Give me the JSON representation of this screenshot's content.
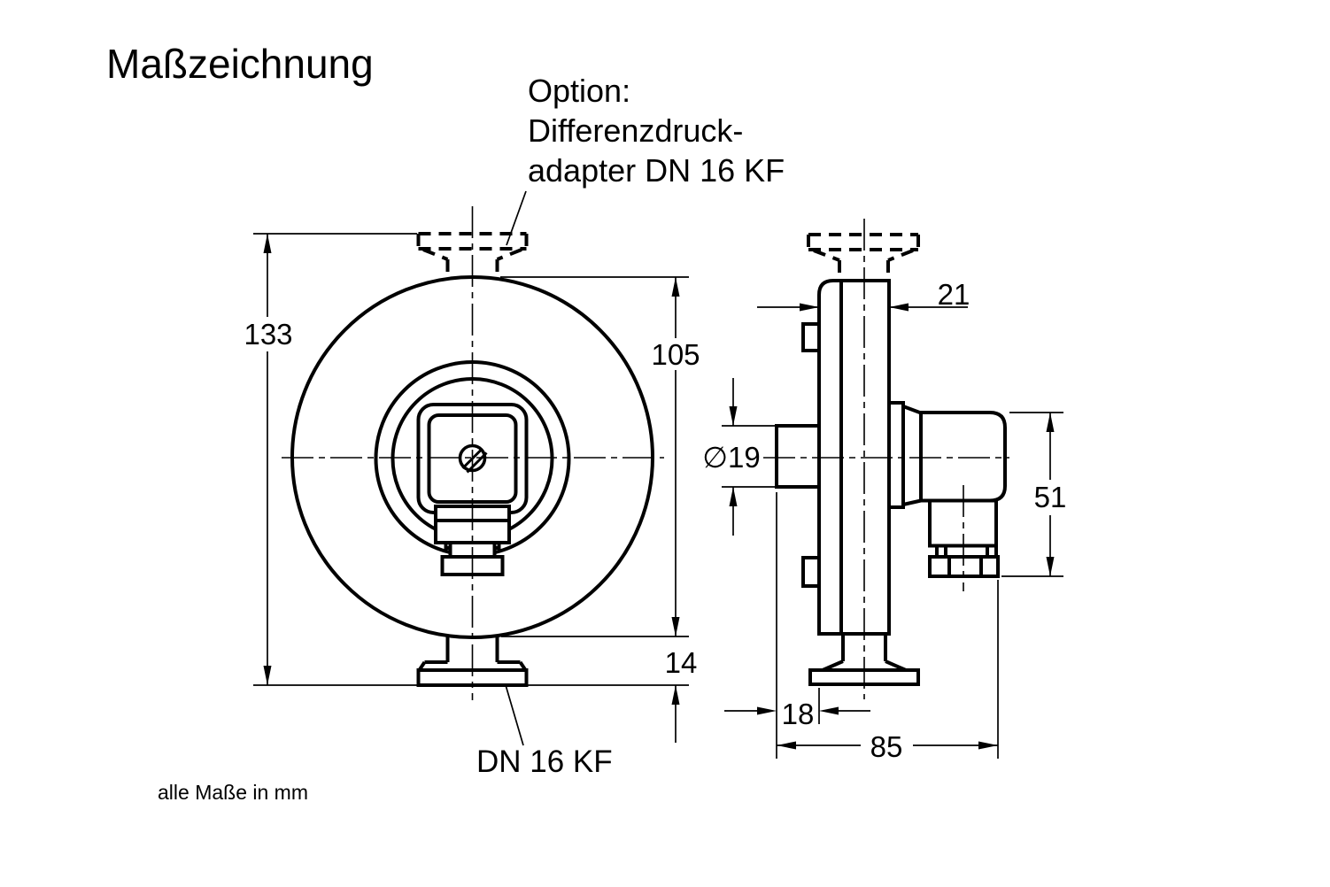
{
  "title": "Maßzeichnung",
  "note": "alle Maße in mm",
  "option_callout": {
    "line1": "Option:",
    "line2": "Differenzdruck-",
    "line3": "adapter DN 16 KF"
  },
  "bottom_flange_label": "DN 16 KF",
  "dimensions": {
    "total_height": "133",
    "body_diameter": "105",
    "flange_height": "14",
    "body_width": "21",
    "port_diameter": "∅19",
    "connector_height": "51",
    "port_depth": "18",
    "total_depth": "85"
  },
  "colors": {
    "ink": "#000000",
    "background": "#ffffff"
  }
}
